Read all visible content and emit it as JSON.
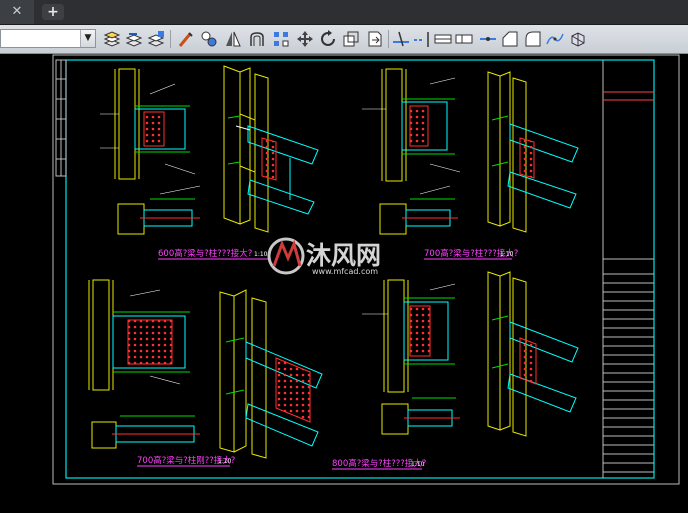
{
  "tabbar": {
    "close_glyph": "✕",
    "new_tab_glyph": "+"
  },
  "toolbar": {
    "layer_value": "",
    "tools": [
      "layer-state-icon",
      "layer-previous-icon",
      "layer-iso-icon",
      "match-properties-icon",
      "copy-icon",
      "mirror-icon",
      "offset-icon",
      "move-icon",
      "rotate-icon",
      "scale-icon",
      "stretch-icon",
      "trim-icon",
      "extend-icon",
      "break-icon",
      "join-icon",
      "chamfer-icon",
      "fillet-icon",
      "blend-icon",
      "explode-icon"
    ]
  },
  "drawing": {
    "captions": {
      "top_left": "600高?梁与?柱???接大?",
      "top_left_scale": "1:10",
      "top_right": "700高?梁与?柱???接大?",
      "top_right_scale": "1:10",
      "bottom_left": "700高?梁与?柱刚??接大?",
      "bottom_left_scale": "1:10",
      "bottom_right": "800高?梁与?柱???接大?",
      "bottom_right_scale": "1:10"
    },
    "watermark": {
      "brand": "沐风网",
      "url": "www.mfcad.com"
    },
    "colors": {
      "frame": "#00e5e5",
      "column": "#e8e800",
      "beam": "#00ffff",
      "bolt": "#ff3030",
      "weld": "#00dd00",
      "caption": "#ff40ff"
    }
  }
}
